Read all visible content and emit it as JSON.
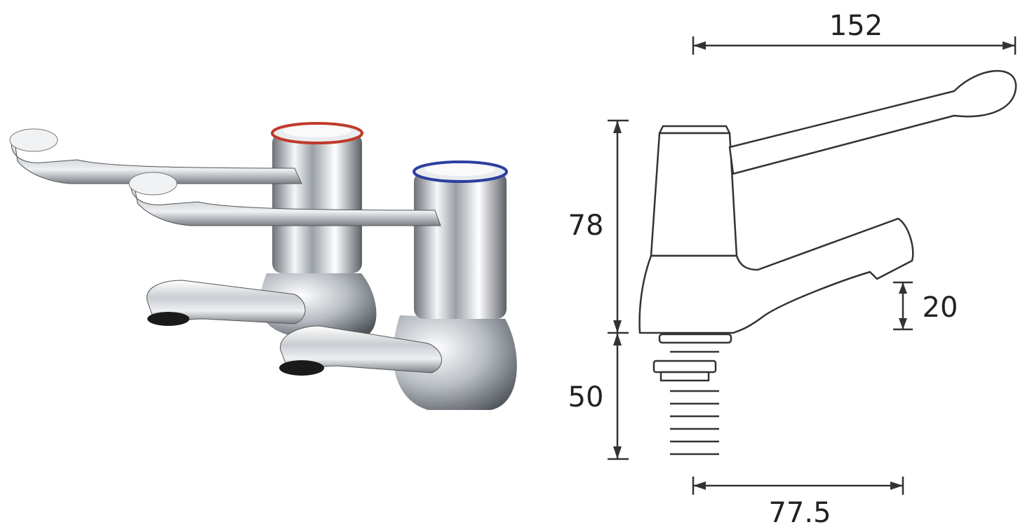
{
  "dimensions": {
    "width_top": "152",
    "height_body": "78",
    "height_outlet": "20",
    "height_tail": "50",
    "depth_base": "77.5"
  },
  "colors": {
    "hot_indicator": "#c0392b",
    "cold_indicator": "#2c3e9e",
    "chrome": "#b8bcc2",
    "line": "#333333"
  }
}
